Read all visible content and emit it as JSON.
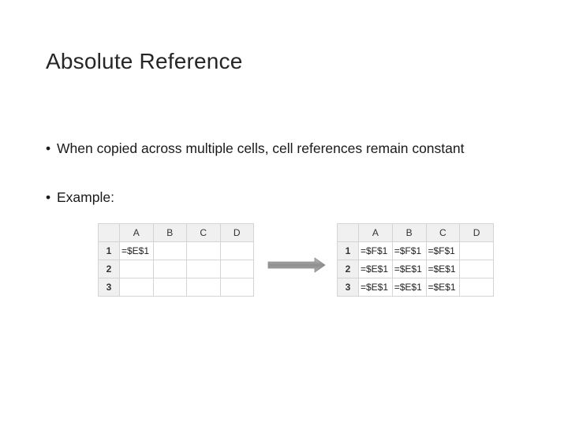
{
  "title": "Absolute Reference",
  "bullets": [
    "When copied across multiple cells, cell references remain constant",
    "Example:"
  ],
  "sheet_before": {
    "columns": [
      "A",
      "B",
      "C",
      "D"
    ],
    "rows": [
      {
        "num": "1",
        "cells": [
          "=$E$1",
          "",
          "",
          ""
        ]
      },
      {
        "num": "2",
        "cells": [
          "",
          "",
          "",
          ""
        ]
      },
      {
        "num": "3",
        "cells": [
          "",
          "",
          "",
          ""
        ]
      }
    ]
  },
  "sheet_after": {
    "columns": [
      "A",
      "B",
      "C",
      "D"
    ],
    "rows": [
      {
        "num": "1",
        "cells": [
          "=$F$1",
          "=$F$1",
          "=$F$1",
          ""
        ]
      },
      {
        "num": "2",
        "cells": [
          "=$E$1",
          "=$E$1",
          "=$E$1",
          ""
        ]
      },
      {
        "num": "3",
        "cells": [
          "=$E$1",
          "=$E$1",
          "=$E$1",
          ""
        ]
      }
    ]
  },
  "colors": {
    "header_bg": "#f0f0f0",
    "grid_line": "#d4d4d4",
    "arrow": "#9e9e9e"
  }
}
